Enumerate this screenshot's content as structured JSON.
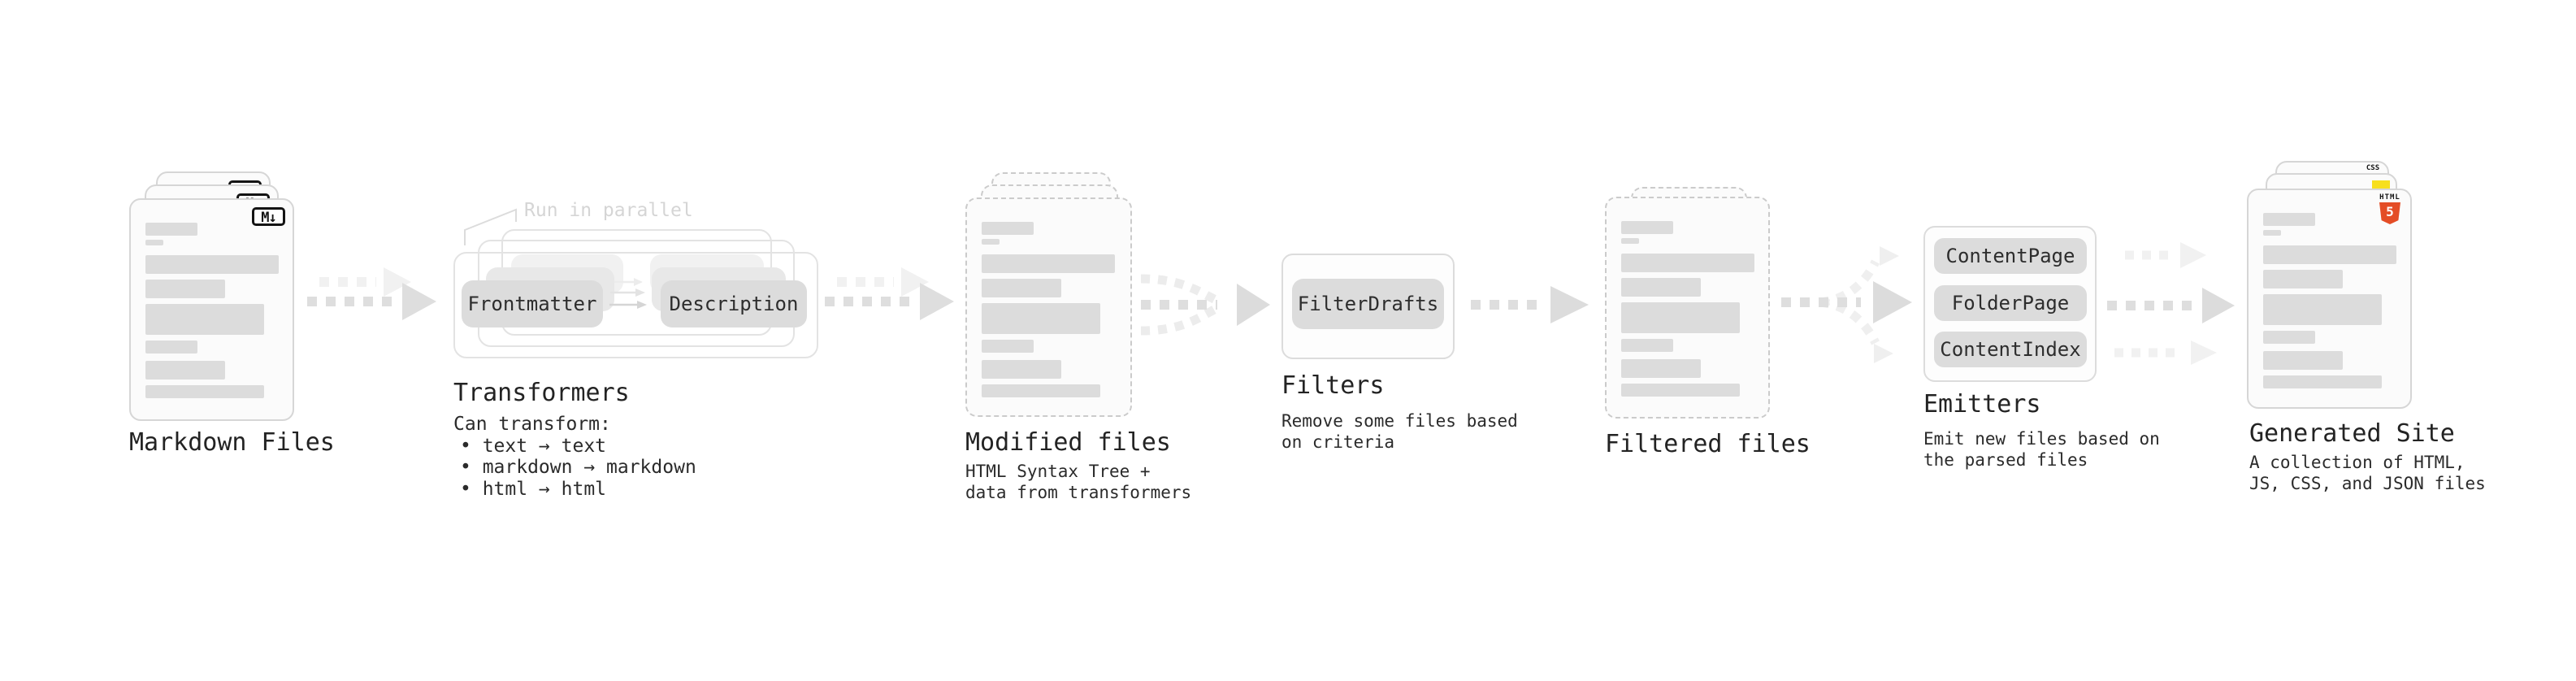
{
  "diagram": {
    "markdown_files": {
      "label": "Markdown Files",
      "badge": "M↓"
    },
    "transformers": {
      "note": "Run in parallel",
      "chip_frontmatter": "Frontmatter",
      "chip_description": "Description",
      "heading": "Transformers",
      "desc_title": "Can transform:",
      "bullet_1": "• text → text",
      "bullet_2": "• markdown → markdown",
      "bullet_3": "• html → html"
    },
    "modified_files": {
      "label": "Modified files",
      "desc_line_1": "HTML Syntax Tree +",
      "desc_line_2": "data from transformers"
    },
    "filters": {
      "heading": "Filters",
      "chip": "FilterDrafts",
      "desc_line_1": "Remove some files based",
      "desc_line_2": "on criteria"
    },
    "filtered_files": {
      "label": "Filtered files"
    },
    "emitters": {
      "heading": "Emitters",
      "chip_1": "ContentPage",
      "chip_2": "FolderPage",
      "chip_3": "ContentIndex",
      "desc_line_1": "Emit new files based on",
      "desc_line_2": "the parsed files"
    },
    "generated_site": {
      "label": "Generated Site",
      "desc_line_1": "A collection of HTML,",
      "desc_line_2": "JS, CSS, and JSON files",
      "badge_css": "CSS",
      "badge_html_top": "HTML",
      "badge_html_number": "5"
    }
  },
  "colors": {
    "html5_orange": "#e44d26",
    "js_yellow": "#f7df1e",
    "css_blue": "#2965f1"
  }
}
